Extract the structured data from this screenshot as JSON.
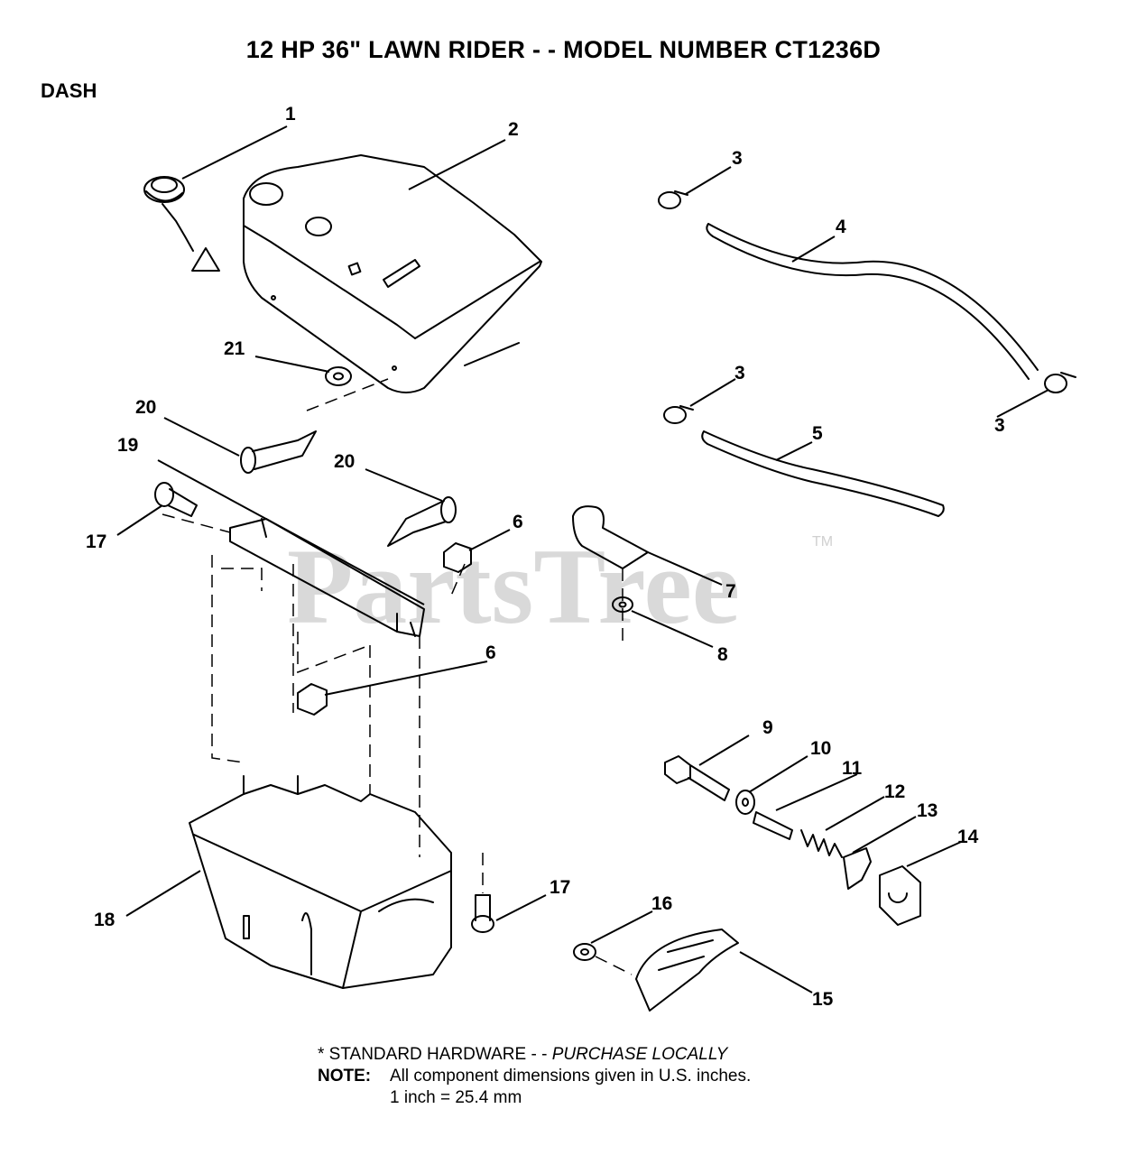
{
  "title": "12 HP 36\" LAWN RIDER - - MODEL NUMBER CT1236D",
  "section": "DASH",
  "watermark": "PartsTree",
  "trademark": "TM",
  "callouts": [
    "1",
    "2",
    "3",
    "3",
    "3",
    "4",
    "5",
    "21",
    "20",
    "20",
    "19",
    "17",
    "6",
    "6",
    "7",
    "8",
    "9",
    "10",
    "11",
    "12",
    "13",
    "14",
    "17",
    "16",
    "15",
    "18"
  ],
  "footer": {
    "hardware_prefix": "* STANDARD HARDWARE - - ",
    "hardware_suffix": "PURCHASE LOCALLY",
    "note_label": "NOTE:",
    "note_text": "All component dimensions given in U.S. inches.",
    "conversion": "1 inch = 25.4 mm"
  }
}
